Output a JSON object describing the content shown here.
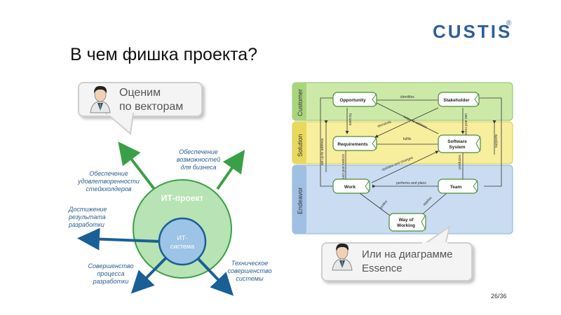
{
  "logo": {
    "text": "CUSTIS",
    "mark": "®"
  },
  "title": "В чем фишка проекта?",
  "bubble_left": {
    "line1": "Оценим",
    "line2": "по векторам"
  },
  "bubble_right": {
    "line1": "Или на диаграмме",
    "line2": "Essence"
  },
  "vectors": {
    "outer_circle": "ИТ-проект",
    "inner_circle_line1": "ИТ-",
    "inner_circle_line2": "система",
    "labels": {
      "business": [
        "Обеспечение",
        "возможностей",
        "для бизнеса"
      ],
      "stakeholders": [
        "Обеспечение",
        "удовлетворенности",
        "стейкхолдеров"
      ],
      "results": [
        "Достижение",
        "результата",
        "разработки"
      ],
      "process": [
        "Совершенство",
        "процесса",
        "разработки"
      ],
      "technical": [
        "Техническое",
        "совершенство",
        "системы"
      ]
    }
  },
  "essence": {
    "areas": [
      "Customer",
      "Solution",
      "Endeavor"
    ],
    "alphas": {
      "opportunity": "Opportunity",
      "stakeholder": "Stakeholder",
      "requirements": "Requirements",
      "software_line1": "Software",
      "software_line2": "System",
      "work": "Work",
      "team": "Team",
      "way_line1": "Way of",
      "way_line2": "Working"
    },
    "relations": {
      "identifies": "identifies",
      "focuses": "focuses",
      "demands": "demands",
      "use_consume": "use and consume",
      "fulfils": "fulfils",
      "helps_address": "helps to address",
      "set_up": "set up to address",
      "scopes": "scopes and constrain",
      "updates": "updates and changes",
      "produces": "produces",
      "supports": "supports",
      "performs": "performs and plans",
      "guides": "guides",
      "applies": "applies"
    }
  },
  "page_number": "26/36",
  "colors": {
    "brand": "#2f5f96",
    "customer_area": "#cde9a8",
    "solution_area": "#f7ee9e",
    "endeavor_area": "#c9dcf1",
    "arrow_green": "#3aa047",
    "arrow_blue": "#1a5f95",
    "circle_green": "#b8e3b4"
  }
}
